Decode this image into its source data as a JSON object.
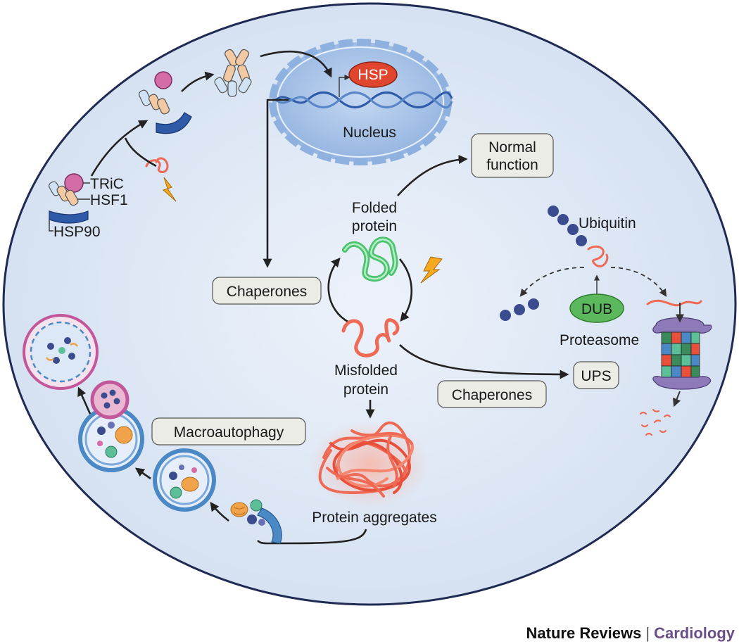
{
  "labels": {
    "hsp": "HSP",
    "nucleus": "Nucleus",
    "tric": "TRiC",
    "hsf1": "HSF1",
    "hsp90": "HSP90",
    "normal_function_1": "Normal",
    "normal_function_2": "function",
    "folded_1": "Folded",
    "folded_2": "protein",
    "ubiquitin": "Ubiquitin",
    "chaperones_left": "Chaperones",
    "dub": "DUB",
    "proteasome": "Proteasome",
    "misfolded_1": "Misfolded",
    "misfolded_2": "protein",
    "ups": "UPS",
    "chaperones_right": "Chaperones",
    "macroautophagy": "Macroautophagy",
    "protein_aggregates": "Protein aggregates"
  },
  "footer": {
    "journal": "Nature Reviews",
    "separator": "|",
    "section": "Cardiology"
  },
  "colors": {
    "cell_fill": "#dce6f4",
    "nucleus_fill": "#9ebde6",
    "hsp_red": "#e0452e",
    "folded_green": "#4cc36e",
    "misfolded_red": "#ef6a55",
    "ubiquitin_blue": "#3a4b8e",
    "dub_green": "#5cb85c",
    "autophagosome_blue": "#4a88c6",
    "lysosome_pink": "#d576a8",
    "footer_purple": "#6b4f87"
  }
}
